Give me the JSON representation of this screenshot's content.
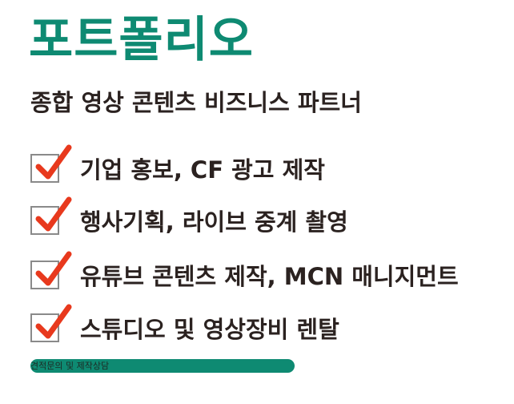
{
  "title": "포트폴리오",
  "subtitle": "종합 영상 콘텐츠 비즈니스 파트너",
  "items": [
    {
      "label": "기업 홍보, CF 광고 제작"
    },
    {
      "label": "행사기획, 라이브 중계 촬영"
    },
    {
      "label": "유튜브 콘텐츠 제작, MCN 매니지먼트"
    },
    {
      "label": "스튜디오 및 영상장비 렌탈"
    }
  ],
  "cta": {
    "label": "견적문의 및 제작상담"
  },
  "colors": {
    "accent": "#0e8a72",
    "check": "#e8391d",
    "text": "#2b2220"
  }
}
